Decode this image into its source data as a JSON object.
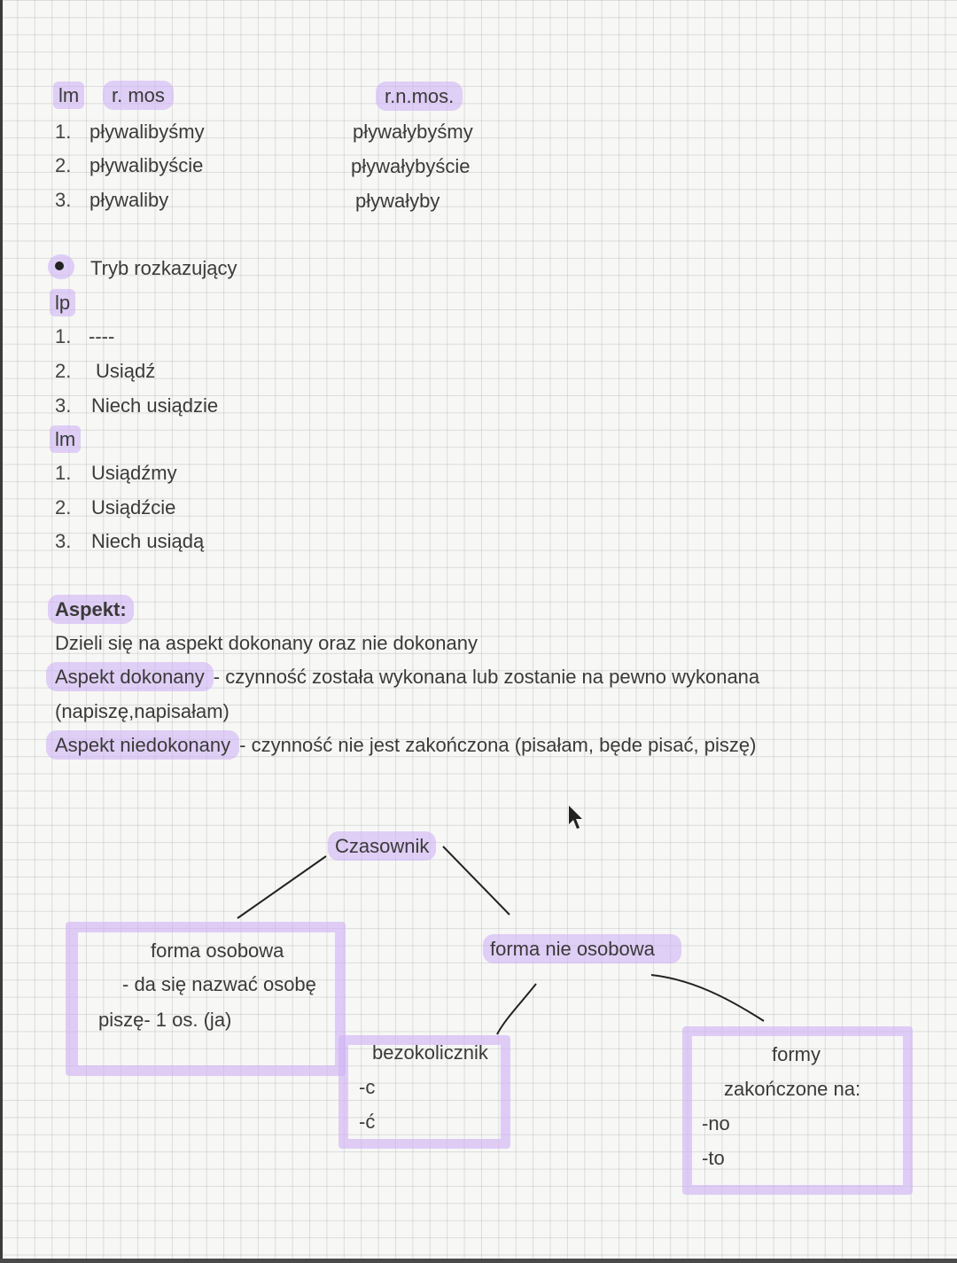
{
  "conditional_plural": {
    "label": "lm",
    "col_mos": "r. mos",
    "col_nmos": "r.n.mos.",
    "rows": [
      {
        "num": "1.",
        "mos": "pływalibyśmy",
        "nmos": "pływałybyśmy"
      },
      {
        "num": "2.",
        "mos": "pływalibyście",
        "nmos": "pływałybyście"
      },
      {
        "num": "3.",
        "mos": "pływaliby",
        "nmos": "pływałyby"
      }
    ]
  },
  "imperative": {
    "heading": "Tryb rozkazujący",
    "singular_label": "lp",
    "singular": [
      {
        "num": "1.",
        "text": "----"
      },
      {
        "num": "2.",
        "text": "Usiądź"
      },
      {
        "num": "3.",
        "text": "Niech usiądzie"
      }
    ],
    "plural_label": "lm",
    "plural": [
      {
        "num": "1.",
        "text": "Usiądźmy"
      },
      {
        "num": "2.",
        "text": "Usiądźcie"
      },
      {
        "num": "3.",
        "text": "Niech usiądą"
      }
    ]
  },
  "aspect": {
    "heading": "Aspekt:",
    "intro": "Dzieli się na aspekt dokonany oraz nie dokonany",
    "perfective_term": "Aspekt dokonany",
    "perfective_def": "- czynność została wykonana lub zostanie na pewno wykonana",
    "perfective_example": "(napiszę,napisałam)",
    "imperfective_term": "Aspekt niedokonany",
    "imperfective_def": "- czynność nie jest zakończona (pisałam, będe pisać, piszę)"
  },
  "diagram": {
    "root": "Czasownik",
    "personal": {
      "title": "forma osobowa",
      "line1": "- da się nazwać osobę",
      "line2": "piszę- 1 os. (ja)"
    },
    "impersonal": {
      "title": "forma nie osobowa",
      "infinitive": {
        "title": "bezokolicznik",
        "endings": [
          "-c",
          "-ć"
        ]
      },
      "forms": {
        "title": "formy",
        "subtitle": "zakończone na:",
        "endings": [
          "-no",
          "-to"
        ]
      }
    }
  }
}
